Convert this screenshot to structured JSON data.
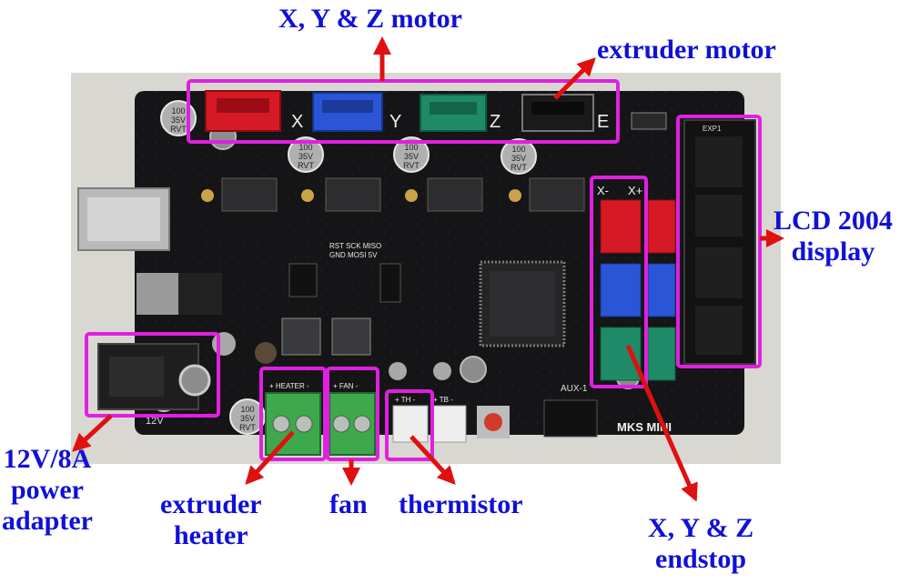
{
  "colors": {
    "callout_text": "#1010d8",
    "arrow": "#e01010",
    "highlight_box": "#e020e0",
    "board": "#151517"
  },
  "callouts": {
    "xyz_motor": "X, Y & Z motor",
    "extruder_motor": "extruder motor",
    "lcd_line1": "LCD 2004",
    "lcd_line2": "display",
    "power_line1": "12V/8A",
    "power_line2": "power",
    "power_line3": "adapter",
    "heater_line1": "extruder",
    "heater_line2": "heater",
    "fan": "fan",
    "thermistor": "thermistor",
    "endstop_line1": "X, Y & Z",
    "endstop_line2": "endstop"
  },
  "board": {
    "brand": "MKS MINI",
    "motor_labels": [
      "X",
      "Y",
      "Z",
      "E"
    ],
    "endstop_labels": [
      "X-",
      "X+"
    ],
    "heater_label": "+ HEATER -",
    "fan_label": "+ FAN -",
    "th_label": "+ TH -",
    "tb_label": "+ TB -",
    "aux_label": "AUX-1",
    "exp_label": "EXP1",
    "cap_text": [
      "100",
      "35V",
      "RVT"
    ],
    "spi_text": [
      "RST SCK MISO",
      "GND MOSI 5V"
    ],
    "v12_label": "12V"
  }
}
